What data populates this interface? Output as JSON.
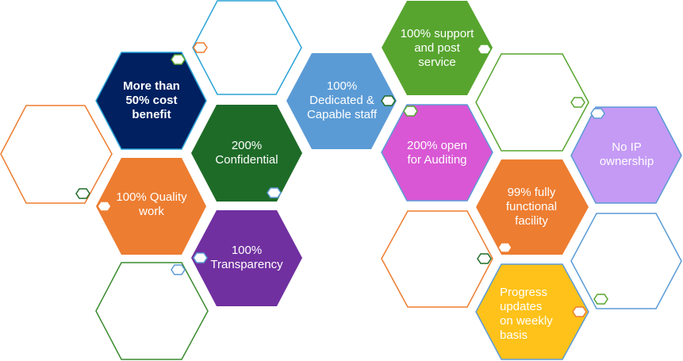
{
  "colors": {
    "navy": "#002060",
    "dark_green": "#1e6b28",
    "light_blue": "#5b9bd5",
    "green": "#57a52f",
    "magenta": "#d957d4",
    "lavender": "#c49af5",
    "orange": "#ed7d31",
    "purple": "#7030a0",
    "yellow": "#ffc21a"
  },
  "hexagons": [
    {
      "id": "cost",
      "text": "More than\n50% cost\nbenefit",
      "color": "#002060",
      "bold": true
    },
    {
      "id": "confidential",
      "text": "200%\nConfidential",
      "color": "#1e6b28"
    },
    {
      "id": "dedicated",
      "text": "100%\nDedicated &\nCapable staff",
      "color": "#5b9bd5"
    },
    {
      "id": "support",
      "text": "100% support\nand post\nservice",
      "color": "#57a52f"
    },
    {
      "id": "auditing",
      "text": "200% open\nfor Auditing",
      "color": "#d957d4"
    },
    {
      "id": "ip",
      "text": "No IP\nownership",
      "color": "#c49af5"
    },
    {
      "id": "quality",
      "text": "100% Quality\nwork",
      "color": "#ed7d31"
    },
    {
      "id": "transparency",
      "text": "100%\nTransparency",
      "color": "#7030a0"
    },
    {
      "id": "facility",
      "text": "99% fully\nfunctional\nfacility",
      "color": "#ed7d31"
    },
    {
      "id": "progress",
      "text": "Progress\nupdates\non weekly\nbasis",
      "color": "#ffc21a"
    }
  ]
}
